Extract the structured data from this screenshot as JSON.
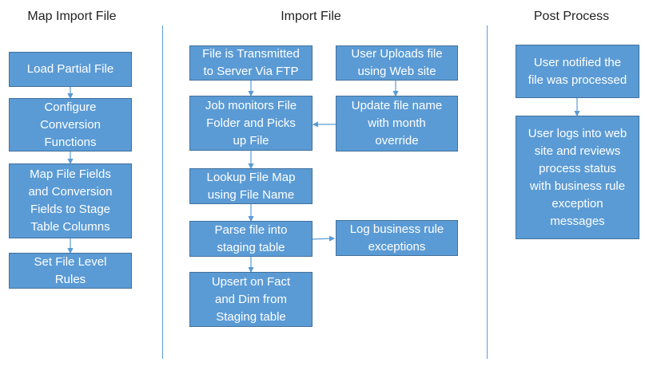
{
  "lanes": {
    "map_import": {
      "title": "Map Import File"
    },
    "import_file": {
      "title": "Import File"
    },
    "post_process": {
      "title": "Post Process"
    }
  },
  "steps": {
    "load_partial_file": "Load Partial File",
    "configure_conversion": "Configure\nConversion\nFunctions",
    "map_file_fields": "Map File Fields\nand Conversion\nFields to Stage\nTable Columns",
    "set_file_level_rules": "Set File Level\nRules",
    "file_transmitted": "File is Transmitted\nto Server Via FTP",
    "user_uploads": "User Uploads file\nusing Web site",
    "job_monitors": "Job monitors File\nFolder and Picks\nup File",
    "update_file_name": "Update file name\nwith month\noverride",
    "lookup_file_map": "Lookup File Map\nusing File Name",
    "parse_file": "Parse file into\nstaging table",
    "log_exceptions": "Log business rule\nexceptions",
    "upsert": "Upsert on Fact\nand Dim from\nStaging table",
    "user_notified": "User notified the\nfile was processed",
    "user_logs_in": "User logs into web\nsite and reviews\nprocess status\nwith business rule\nexception\nmessages"
  },
  "colors": {
    "box_fill": "#5b9bd5",
    "box_border": "#41719c",
    "connector": "#5b9bd5",
    "text": "#ffffff"
  }
}
